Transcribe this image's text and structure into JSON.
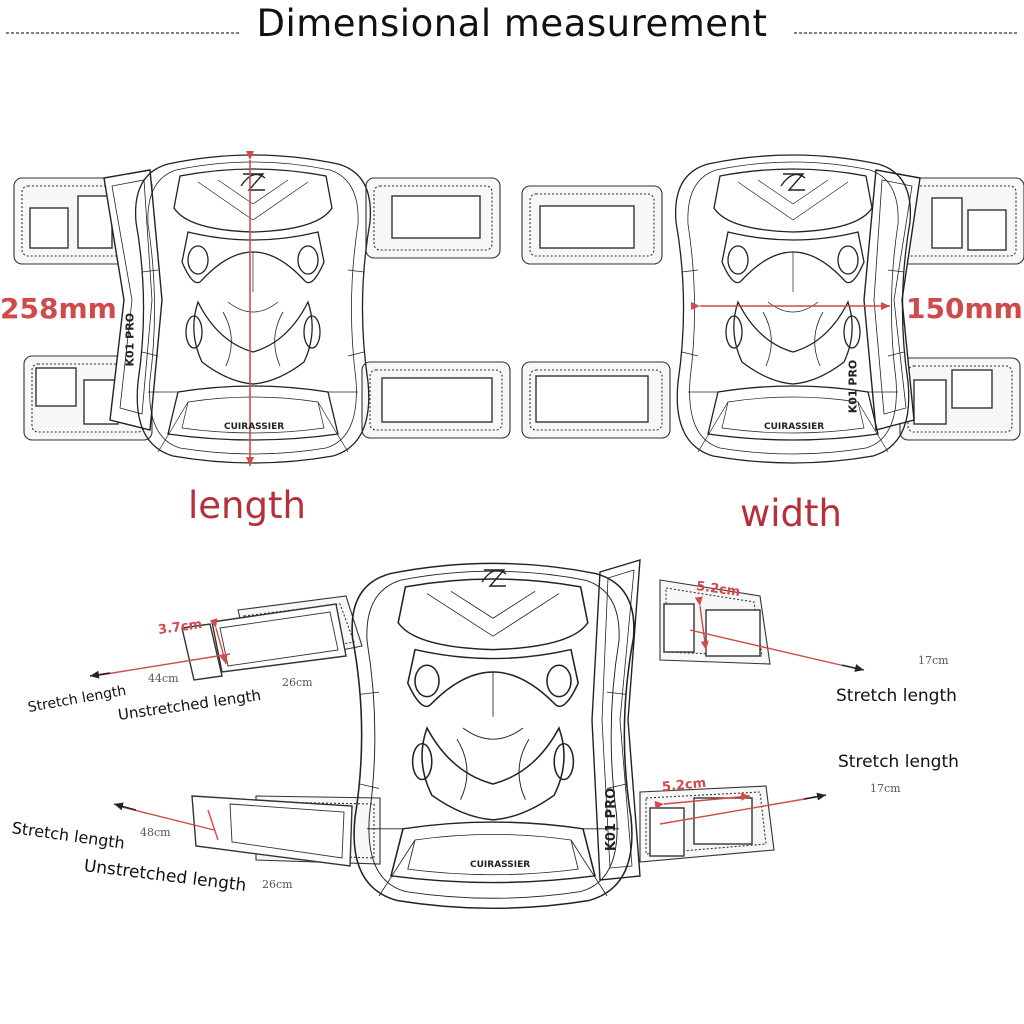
{
  "title": "Dimensional measurement",
  "top_left": {
    "dimension": "258mm",
    "caption": "length"
  },
  "top_right": {
    "dimension": "150mm",
    "caption": "width"
  },
  "brand": "CUIRASSIER",
  "model": "K01 PRO",
  "bottom": {
    "upper_left_strap": {
      "width": "3.7cm",
      "stretch_label": "Stretch length",
      "stretch_value": "44cm",
      "unstretched_label": "Unstretched length",
      "unstretched_value": "26cm"
    },
    "lower_left_strap": {
      "stretch_label": "Stretch length",
      "stretch_value": "48cm",
      "unstretched_label": "Unstretched length",
      "unstretched_value": "26cm"
    },
    "upper_right_strap": {
      "width": "5.2cm",
      "stretch_label": "Stretch length",
      "stretch_value": "17cm"
    },
    "lower_right_strap": {
      "width": "5.2cm",
      "stretch_label": "Stretch length",
      "stretch_value": "17cm"
    }
  },
  "colors": {
    "measure_red": "#d14b4b",
    "caption_red": "#b5303a",
    "line": "#222222"
  }
}
